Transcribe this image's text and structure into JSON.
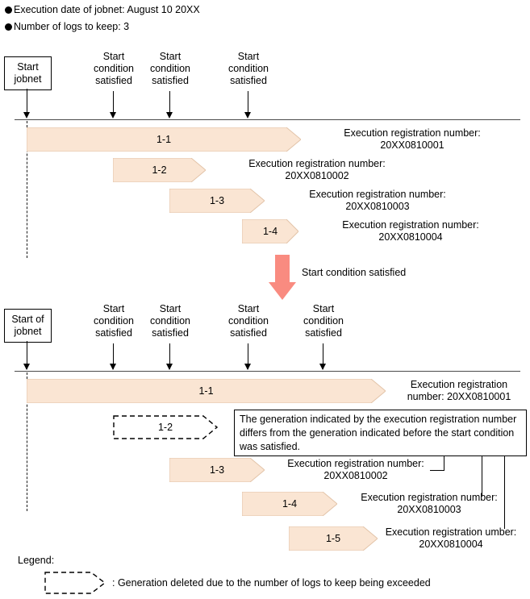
{
  "header": {
    "bullets": [
      "Execution date of jobnet: August 10 20XX",
      "Number of logs to keep: 3"
    ]
  },
  "colors": {
    "bar_fill": "#FAE5D3",
    "bar_border": "#E2C3A8",
    "transition_arrow": "#F98B80",
    "timeline": "#4a4a4a",
    "text": "#000000"
  },
  "section_top": {
    "start_box_label": "Start\njobnet",
    "conditions": [
      "Start\ncondition\nsatisfied",
      "Start\ncondition\nsatisfied",
      "Start\ncondition\nsatisfied"
    ],
    "generations": [
      {
        "name": "1-1",
        "reg_label": "Execution registration number:\n20XX0810001",
        "deleted": false
      },
      {
        "name": "1-2",
        "reg_label": "Execution registration number:\n20XX0810002",
        "deleted": false
      },
      {
        "name": "1-3",
        "reg_label": "Execution registration number:\n20XX0810003",
        "deleted": false
      },
      {
        "name": "1-4",
        "reg_label": "Execution registration number:\n20XX0810004",
        "deleted": false
      }
    ]
  },
  "transition": {
    "label": "Start condition satisfied"
  },
  "section_bottom": {
    "start_box_label": "Start of\njobnet",
    "conditions": [
      "Start\ncondition\nsatisfied",
      "Start\ncondition\nsatisfied",
      "Start\ncondition\nsatisfied",
      "Start\ncondition\nsatisfied"
    ],
    "generations": [
      {
        "name": "1-1",
        "reg_label": "Execution registration\nnumber: 20XX0810001",
        "deleted": false
      },
      {
        "name": "1-2",
        "reg_label": "",
        "deleted": true
      },
      {
        "name": "1-3",
        "reg_label": "Execution registration number:\n20XX0810002",
        "deleted": false
      },
      {
        "name": "1-4",
        "reg_label": "Execution registration number:\n20XX0810003",
        "deleted": false
      },
      {
        "name": "1-5",
        "reg_label": "Execution registration umber:\n20XX0810004",
        "deleted": false
      }
    ],
    "callout": "The generation indicated by the execution registration number differs from the generation indicated before the start condition was satisfied."
  },
  "legend": {
    "title": "Legend:",
    "description": ": Generation deleted due to the number of logs to keep being exceeded"
  }
}
